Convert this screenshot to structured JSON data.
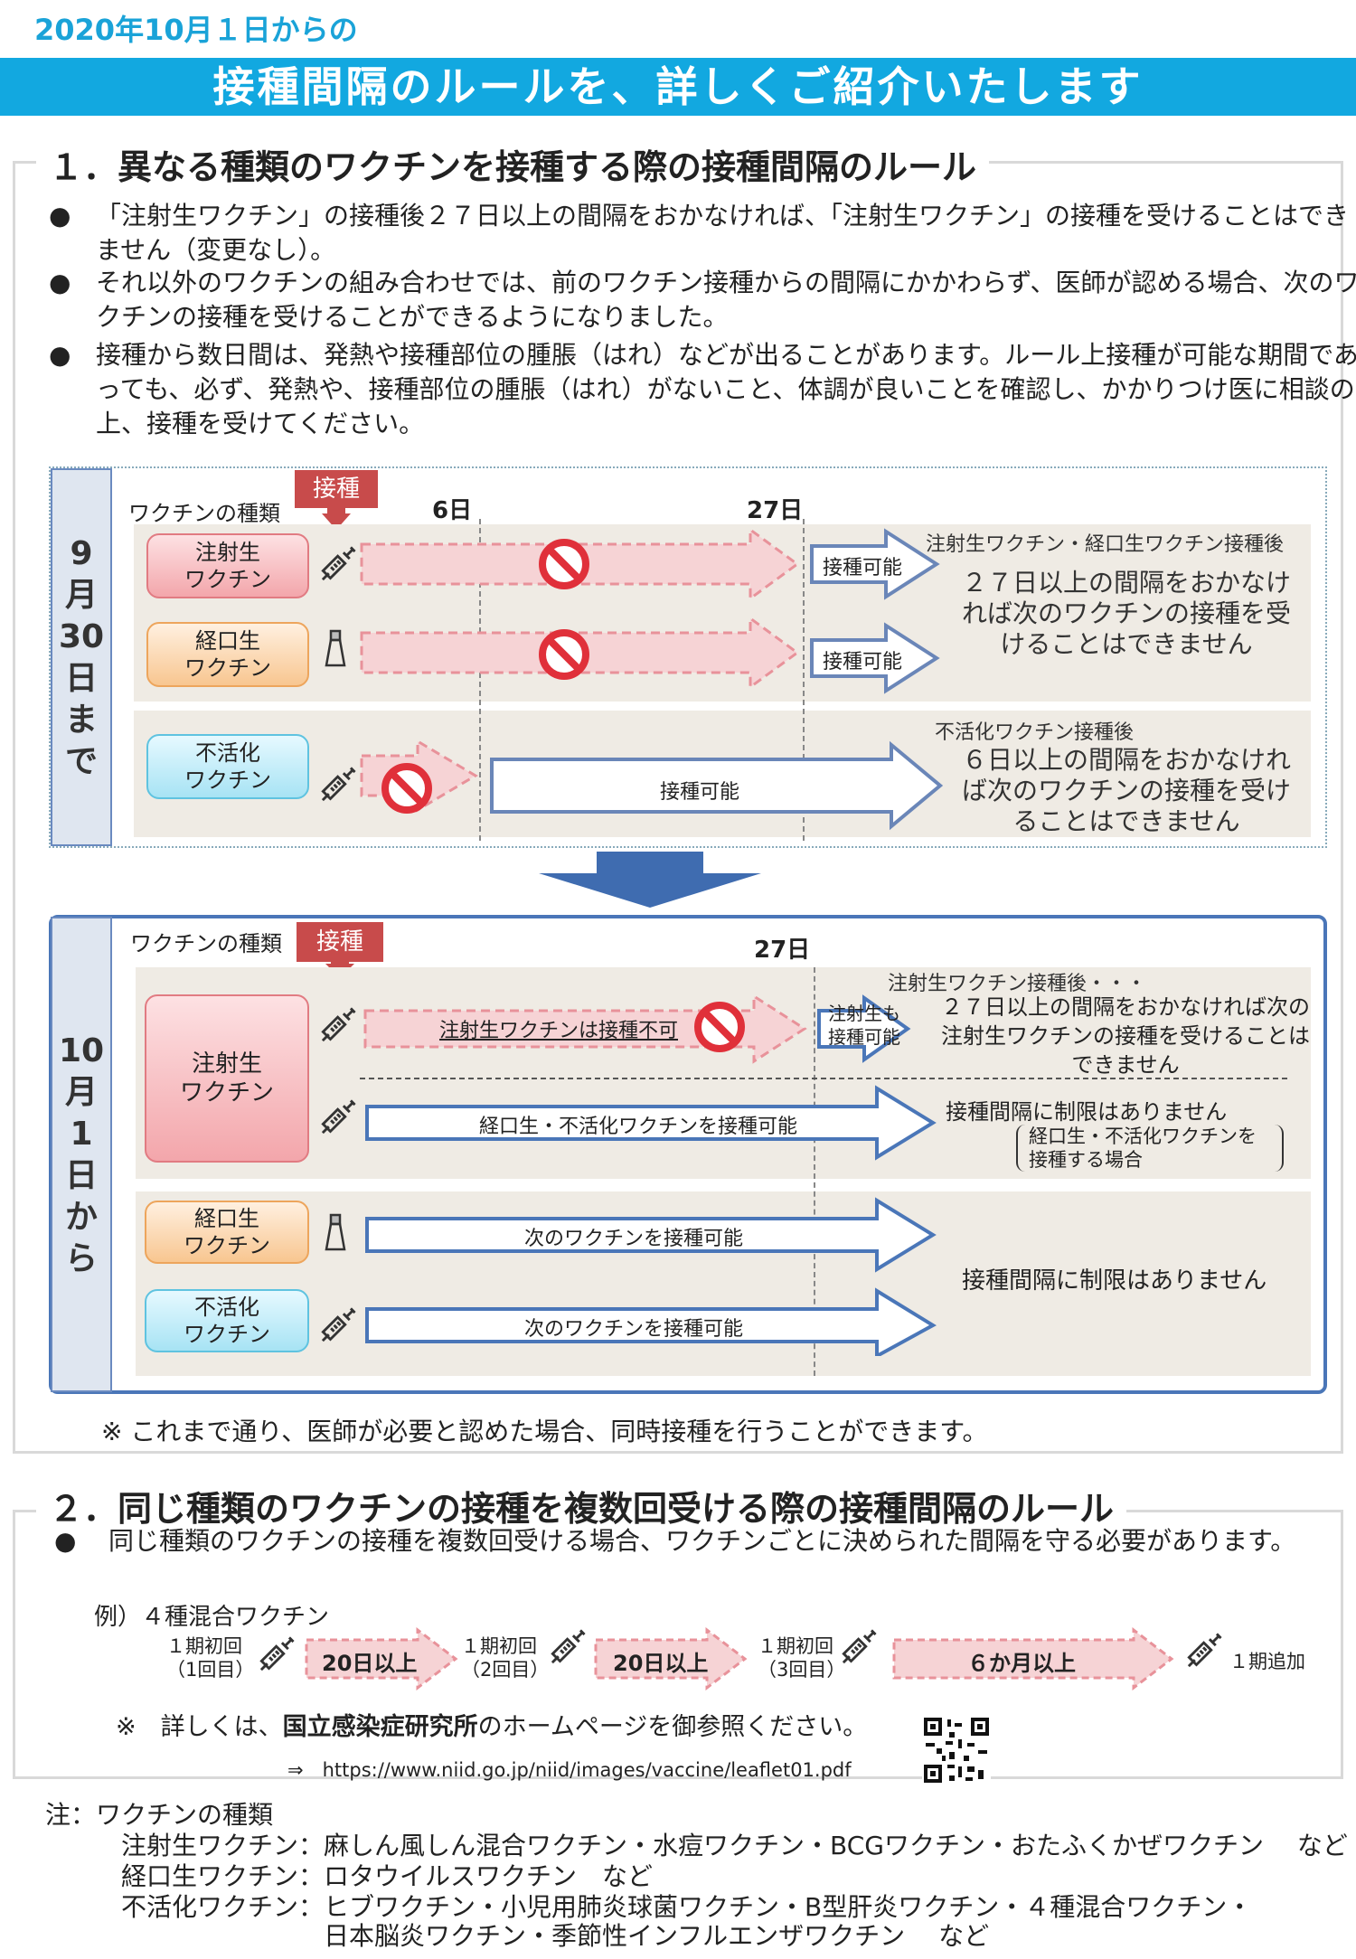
{
  "header": {
    "date": "2020年10月１日からの",
    "banner": "接種間隔のルールを、詳しくご紹介いたします"
  },
  "section1": {
    "title": "１．異なる種類のワクチンを接種する際の接種間隔のルール",
    "bullets": [
      "「注射生ワクチン」の接種後２７日以上の間隔をおかなければ、「注射生ワクチン」の接種を受けることはできません（変更なし）。",
      "それ以外のワクチンの組み合わせでは、前のワクチン接種からの間隔にかかわらず、医師が認める場合、次のワクチンの接種を受けることができるようになりました。",
      "接種から数日間は、発熱や接種部位の腫脹（はれ）などが出ることがあります。ルール上接種が可能な期間であっても、必ず、発熱や、接種部位の腫脹（はれ）がないこと、体調が良いことを確認し、かかりつけ医に相談の上、接種を受けてください。"
    ],
    "bullet_mark": "●"
  },
  "before": {
    "side": [
      "9",
      "月",
      "30",
      "日",
      "ま",
      "で"
    ],
    "vaccine_type": "ワクチンの種類",
    "tag": "接種",
    "day6": "6日",
    "day27": "27日",
    "v1": "注射生\nワクチン",
    "v2": "経口生\nワクチン",
    "v3": "不活化\nワクチン",
    "ok1": "接種可能",
    "ok2": "接種可能",
    "ok3": "接種可能",
    "cap1": "注射生ワクチン・経口生ワクチン接種後",
    "note1": "２７日以上の間隔をおかなければ次のワクチンの接種を受けることはできません",
    "cap2": "不活化ワクチン接種後",
    "note2": "６日以上の間隔をおかなければ次のワクチンの接種を受けることはできません"
  },
  "after": {
    "side": [
      "10",
      "月",
      "1",
      "日",
      "か",
      "ら"
    ],
    "vaccine_type": "ワクチンの種類",
    "tag": "接種",
    "day27": "27日",
    "v1": "注射生\nワクチン",
    "v2": "経口生\nワクチン",
    "v3": "不活化\nワクチン",
    "a1": "注射生ワクチンは接種不可",
    "a1_ok": "注射生も\n接種可能",
    "cap1": "注射生ワクチン接種後・・・",
    "note1": "２７日以上の間隔をおかなければ次の注射生ワクチンの接種を受けることはできません",
    "a2": "経口生・不活化ワクチンを接種可能",
    "note2": "接種間隔に制限はありません",
    "note2b": "経口生・不活化ワクチンを\n接種する場合",
    "a3": "次のワクチンを接種可能",
    "a4": "次のワクチンを接種可能",
    "note3": "接種間隔に制限はありません"
  },
  "simul": "※ これまで通り、医師が必要と認めた場合、同時接種を行うことができます。",
  "section2": {
    "title": "２．同じ種類のワクチンの接種を複数回受ける際の接種間隔のルール",
    "bullet": "同じ種類のワクチンの接種を複数回受ける場合、ワクチンごとに決められた間隔を守る必要があります。",
    "example": "例）４種混合ワクチン",
    "s1": "１期初回\n（1回目）",
    "s2": "１期初回\n（2回目）",
    "s3": "１期初回\n（3回目）",
    "s4": "１期追加",
    "g1": "20日以上",
    "g2": "20日以上",
    "g3": "６か月以上",
    "ref_pre": "※　詳しくは、",
    "ref_bold": "国立感染症研究所",
    "ref_post": "のホームページを御参照ください。",
    "url": "⇒　https://www.niid.go.jp/niid/images/vaccine/leaflet01.pdf"
  },
  "footnote": {
    "title": "注：ワクチンの種類",
    "l1": "注射生ワクチン：麻しん風しん混合ワクチン・水痘ワクチン・BCGワクチン・おたふくかぜワクチン　 など",
    "l2": "経口生ワクチン：ロタウイルスワクチン　など",
    "l3": "不活化ワクチン：ヒブワクチン・小児用肺炎球菌ワクチン・B型肝炎ワクチン・４種混合ワクチン・",
    "l4": "日本脳炎ワクチン・季節性インフルエンザワクチン　 など"
  }
}
